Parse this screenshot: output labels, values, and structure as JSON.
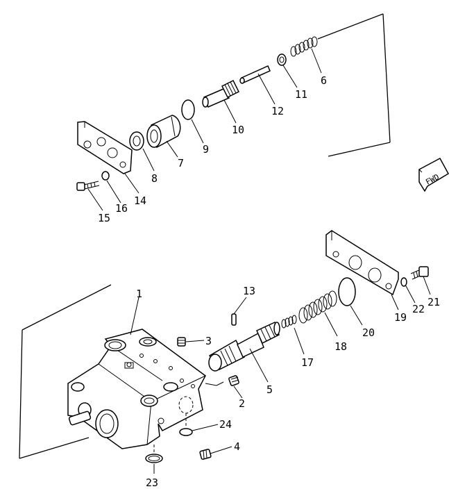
{
  "fwd_label": "FWD",
  "callouts": {
    "c1": "1",
    "c2": "2",
    "c3": "3",
    "c4": "4",
    "c5": "5",
    "c6": "6",
    "c7": "7",
    "c8": "8",
    "c9": "9",
    "c10": "10",
    "c11": "11",
    "c12": "12",
    "c13": "13",
    "c14": "14",
    "c15": "15",
    "c16": "16",
    "c17": "17",
    "c18": "18",
    "c19": "19",
    "c20": "20",
    "c21": "21",
    "c22": "22",
    "c23": "23",
    "c24": "24"
  }
}
